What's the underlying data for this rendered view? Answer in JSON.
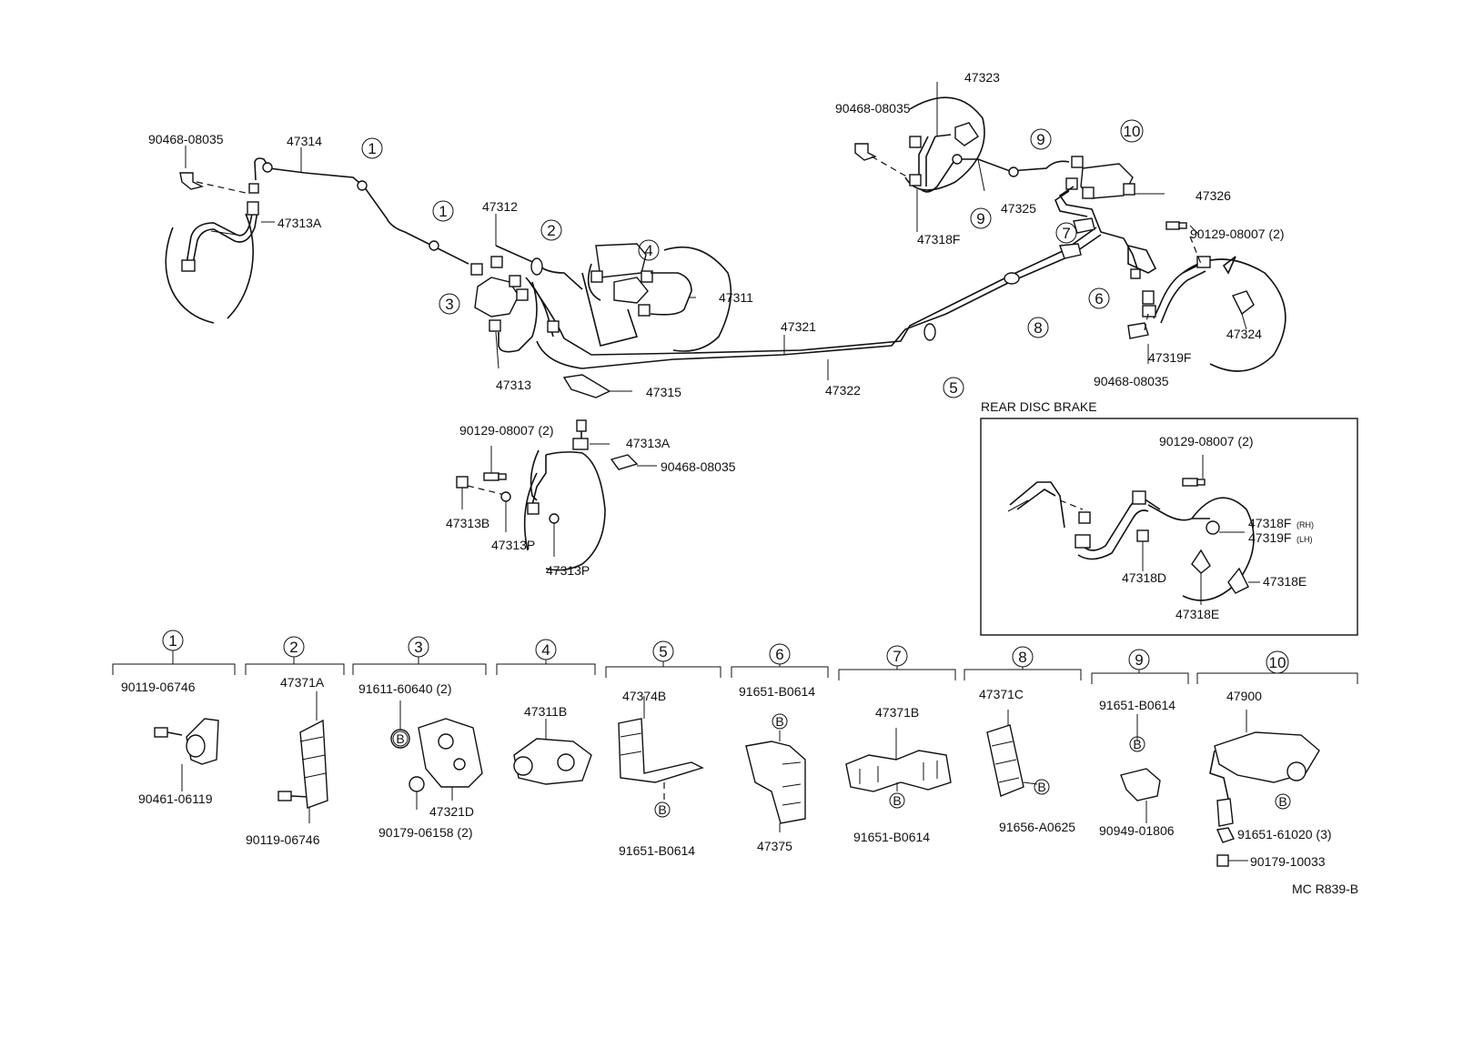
{
  "labels": {
    "p47314": "47314",
    "p90468_a": "90468-08035",
    "p47313A_a": "47313A",
    "p47312": "47312",
    "p47311": "47311",
    "p47313": "47313",
    "p47315": "47315",
    "p47321": "47321",
    "p47322": "47322",
    "p90129_a": "90129-08007 (2)",
    "p47313A_b": "47313A",
    "p90468_b": "90468-08035",
    "p47313B": "47313B",
    "p47313P_a": "47313P",
    "p47313P_b": "47313P",
    "p47323": "47323",
    "p90468_c": "90468-08035",
    "p47318F": "47318F",
    "p47325": "47325",
    "p47326": "47326",
    "p90129_b": "90129-08007 (2)",
    "p47324": "47324",
    "p47319F": "47319F",
    "p90468_d": "90468-08035",
    "rear_title": "REAR DISC BRAKE",
    "p90129_c": "90129-08007 (2)",
    "p47318F_rh": "47318F",
    "p47319F_lh": "47319F",
    "rh": "(RH)",
    "lh": "(LH)",
    "p47318D": "47318D",
    "p47318E_a": "47318E",
    "p47318E_b": "47318E",
    "ref_code": "MC R839-B"
  },
  "callouts": {
    "c1": "1",
    "c2": "2",
    "c3": "3",
    "c4": "4",
    "c5": "5",
    "c6": "6",
    "c7": "7",
    "c8": "8",
    "c9": "9",
    "c10": "10"
  },
  "bolt_marker": "B",
  "groups": [
    {
      "num": "1",
      "parts": [
        "90119-06746",
        "90461-06119",
        "90119-06746"
      ]
    },
    {
      "num": "2",
      "parts": [
        "47371A"
      ]
    },
    {
      "num": "3",
      "parts": [
        "91611-60640 (2)",
        "47321D",
        "90179-06158 (2)"
      ]
    },
    {
      "num": "4",
      "parts": [
        "47311B"
      ]
    },
    {
      "num": "5",
      "parts": [
        "47374B",
        "91651-B0614"
      ]
    },
    {
      "num": "6",
      "parts": [
        "91651-B0614",
        "47375"
      ]
    },
    {
      "num": "7",
      "parts": [
        "47371B",
        "91651-B0614"
      ]
    },
    {
      "num": "8",
      "parts": [
        "47371C",
        "91656-A0625"
      ]
    },
    {
      "num": "9",
      "parts": [
        "91651-B0614",
        "90949-01806"
      ]
    },
    {
      "num": "10",
      "parts": [
        "47900",
        "91651-61020 (3)",
        "90179-10033"
      ]
    }
  ]
}
